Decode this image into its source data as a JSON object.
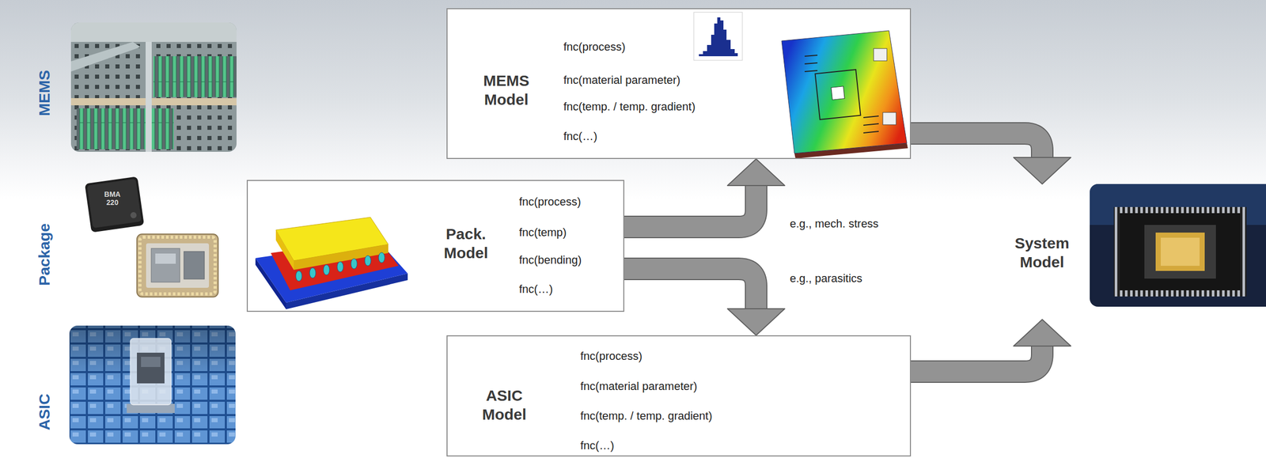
{
  "diagram": {
    "nodes": [
      {
        "text": [
          "MEMS Model",
          "fnc(process)",
          "fnc(material parameter)",
          "fnc(temp. / temp. gradient)",
          "fnc(…)"
        ]
      },
      {
        "text": [
          "Pack. Model",
          "fnc(process)",
          "fnc(temp)",
          "fnc(bending)",
          "fnc(…)"
        ]
      },
      {
        "text": [
          "ASIC Model",
          "fnc(process)",
          "fnc(material parameter)",
          "fnc(temp. / temp. gradient)",
          "fnc(…)"
        ]
      },
      {
        "text": [
          "System Model"
        ]
      }
    ],
    "edges": [
      {
        "from": 0,
        "to": 3,
        "arrow": "to"
      },
      {
        "from": 2,
        "to": 3,
        "arrow": "to"
      },
      {
        "from": 1,
        "to": 0,
        "label": "e.g., mech. stress",
        "arrow": "to"
      },
      {
        "from": 1,
        "to": 2,
        "label": "e.g., parasitics",
        "arrow": "to"
      }
    ],
    "labels": [
      "MEMS",
      "Package",
      "ASIC",
      "BMA 220"
    ]
  }
}
